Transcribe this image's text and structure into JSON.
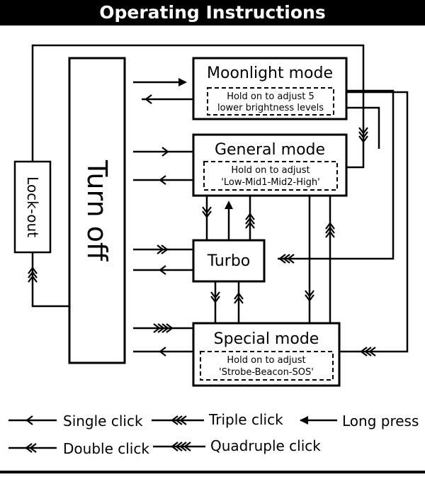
{
  "title": "Operating Instructions",
  "colors": {
    "background": "#ffffff",
    "ink": "#000000",
    "title_bar": "#000000",
    "title_text": "#ffffff"
  },
  "nodes": {
    "turn_off": "Turn off",
    "lock_out": "Lock-out",
    "moonlight": {
      "title": "Moonlight mode",
      "note_line1": "Hold on to adjust 5",
      "note_line2": "lower brightness levels"
    },
    "general": {
      "title": "General mode",
      "note_line1": "Hold on to adjust",
      "note_line2": "'Low-Mid1-Mid2-High'"
    },
    "turbo": {
      "title": "Turbo"
    },
    "special": {
      "title": "Special mode",
      "note_line1": "Hold on to adjust",
      "note_line2": "'Strobe-Beacon-SOS'"
    }
  },
  "legend": {
    "single": "Single click",
    "double": "Double click",
    "triple": "Triple click",
    "quadruple": "Quadruple click",
    "long": "Long press"
  }
}
